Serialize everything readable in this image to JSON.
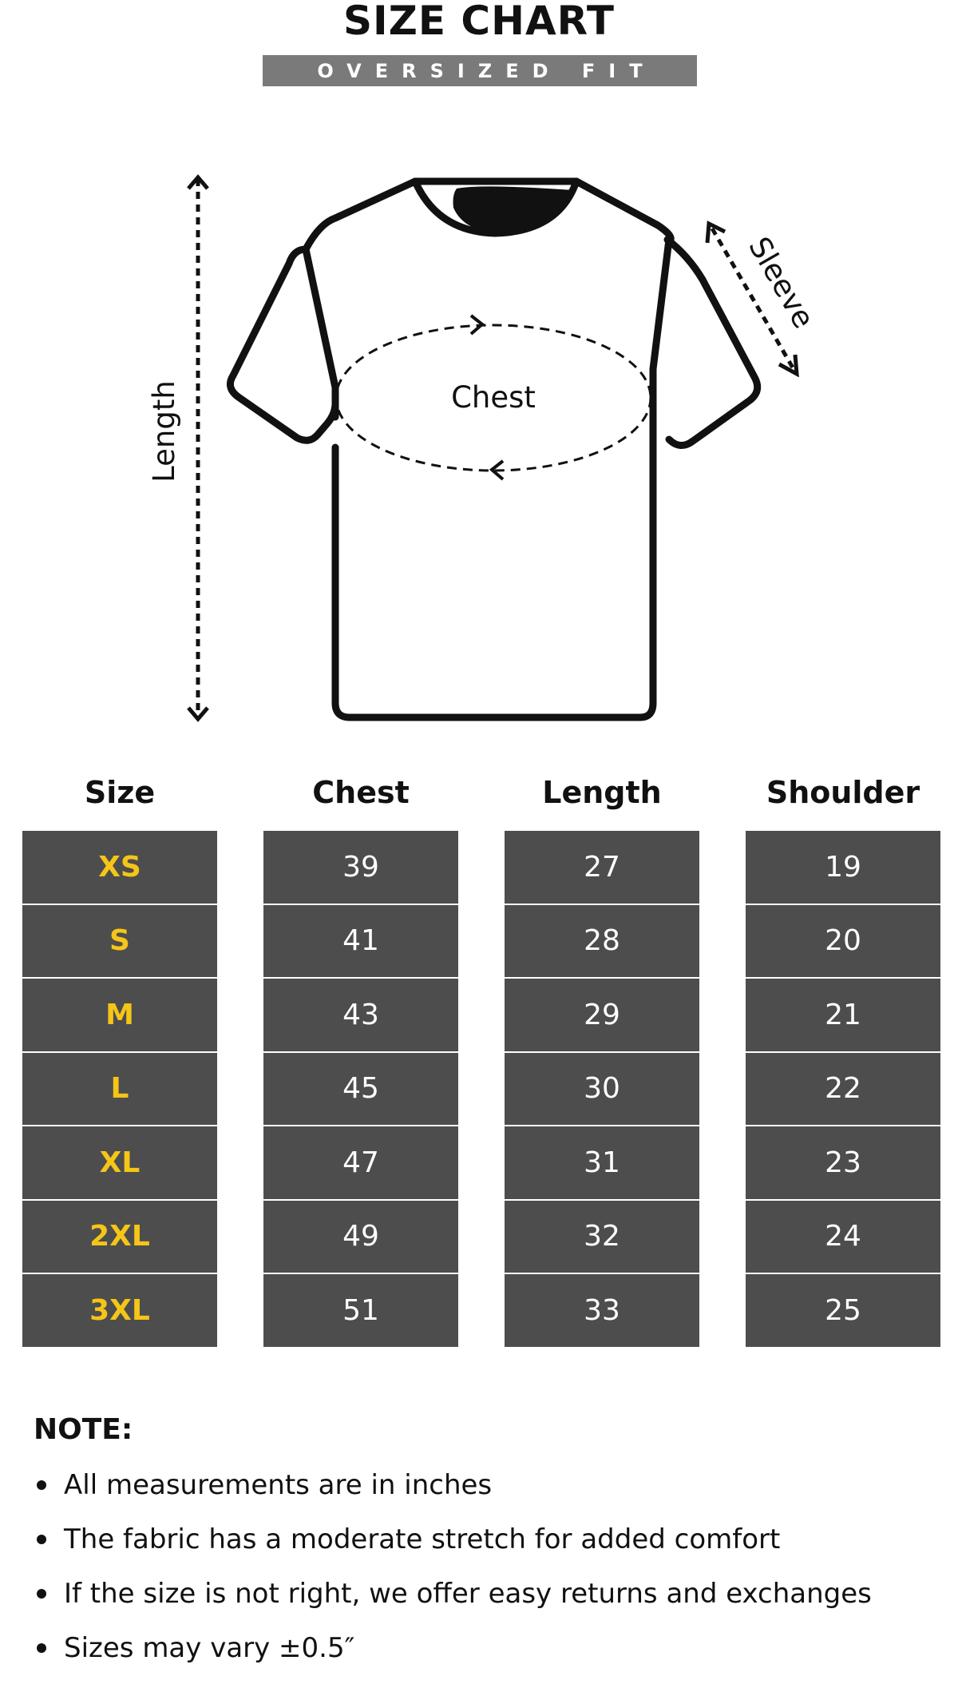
{
  "header": {
    "title": "SIZE CHART",
    "subtitle": "OVERSIZED FIT"
  },
  "diagram": {
    "length_label": "Length",
    "chest_label": "Chest",
    "sleeve_label": "Sleeve"
  },
  "table": {
    "columns": [
      "Size",
      "Chest",
      "Length",
      "Shoulder"
    ],
    "rows": [
      {
        "size": "XS",
        "chest": "39",
        "length": "27",
        "shoulder": "19"
      },
      {
        "size": "S",
        "chest": "41",
        "length": "28",
        "shoulder": "20"
      },
      {
        "size": "M",
        "chest": "43",
        "length": "29",
        "shoulder": "21"
      },
      {
        "size": "L",
        "chest": "45",
        "length": "30",
        "shoulder": "22"
      },
      {
        "size": "XL",
        "chest": "47",
        "length": "31",
        "shoulder": "23"
      },
      {
        "size": "2XL",
        "chest": "49",
        "length": "32",
        "shoulder": "24"
      },
      {
        "size": "3XL",
        "chest": "51",
        "length": "33",
        "shoulder": "25"
      }
    ]
  },
  "note": {
    "title": "NOTE:",
    "items": [
      "All measurements are in inches",
      "The fabric has a moderate stretch for added comfort",
      "If the size is not right, we offer easy returns and exchanges",
      "Sizes may vary ±0.5″"
    ]
  },
  "colors": {
    "cell_background": "#4d4d4d",
    "size_text": "#f5c518",
    "subtitle_bar": "#7a7a7a"
  }
}
